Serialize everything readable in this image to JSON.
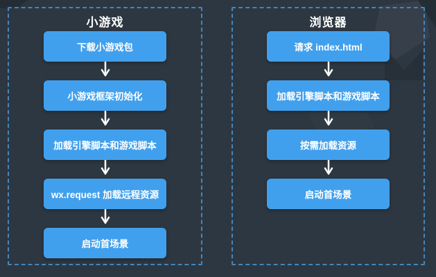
{
  "colors": {
    "background": "#2d3741",
    "box_fill": "#41a0ed",
    "box_text": "#ffffff",
    "panel_border": "#4486ba",
    "title_text": "#ffffff",
    "arrow": "#ffffff"
  },
  "panels": [
    {
      "title": "小游戏",
      "steps": [
        "下载小游戏包",
        "小游戏框架初始化",
        "加载引擎脚本和游戏脚本",
        "wx.request 加载远程资源",
        "启动首场景"
      ]
    },
    {
      "title": "浏览器",
      "steps": [
        "请求 index.html",
        "加载引擎脚本和游戏脚本",
        "按需加载资源",
        "启动首场景"
      ]
    }
  ]
}
